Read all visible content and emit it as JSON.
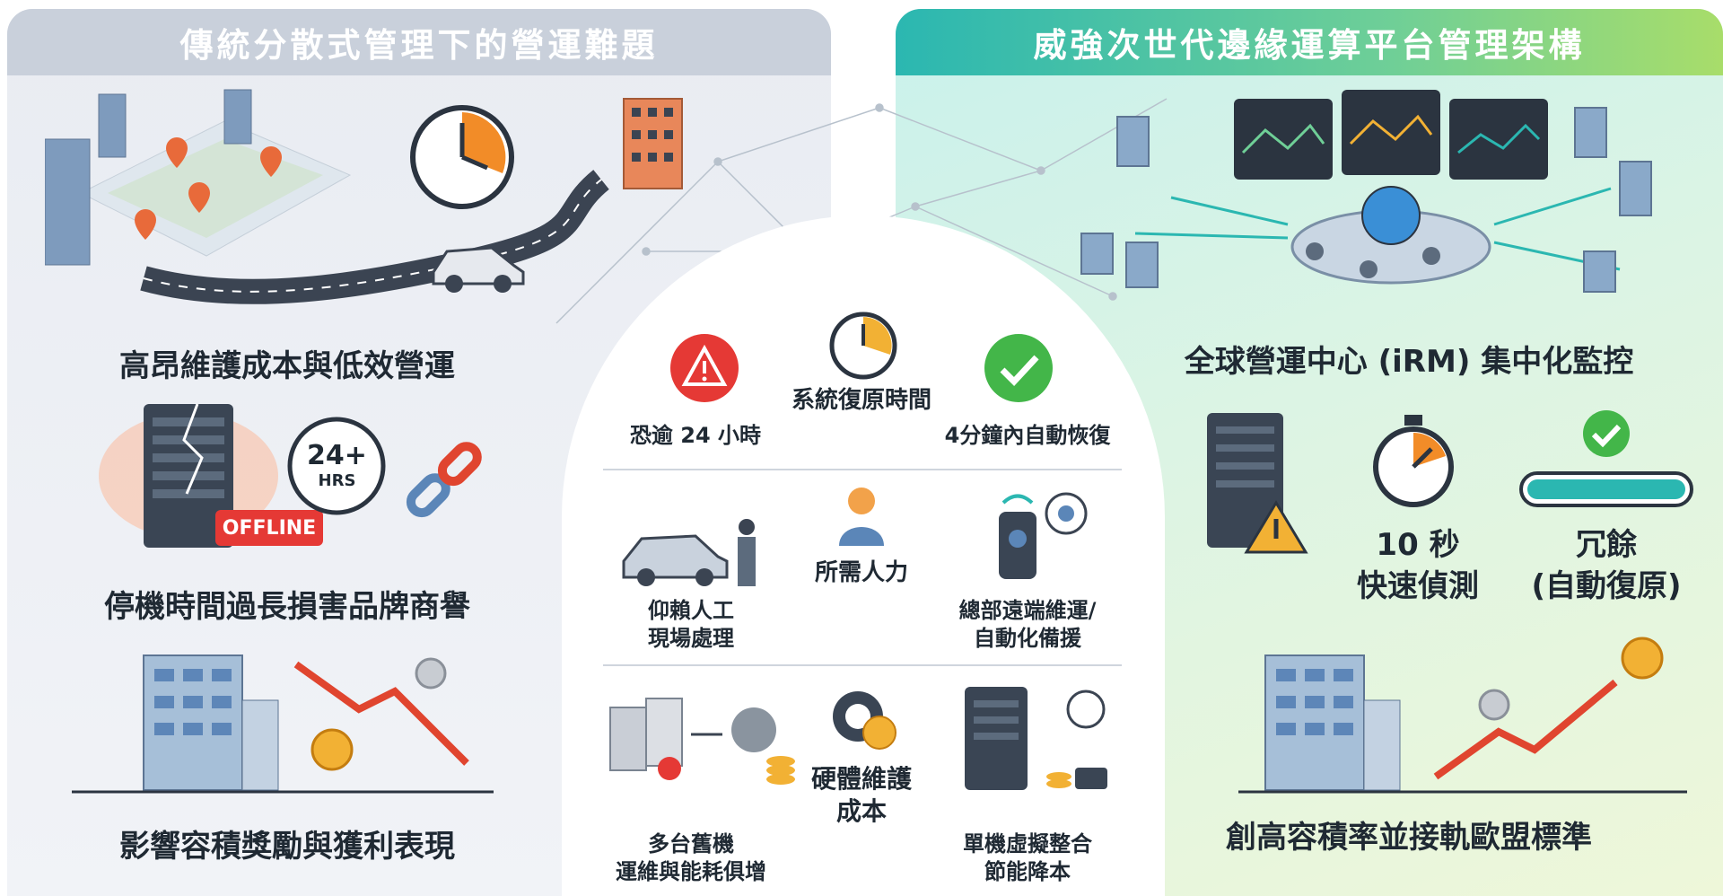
{
  "left": {
    "header": "傳統分散式管理下的營運難題",
    "caption1": "高昂維護成本與低效營運",
    "caption2": "停機時間過長損害品牌商譽",
    "caption3": "影響容積獎勵與獲利表現",
    "offline_label": "OFFLINE",
    "hrs_number": "24+",
    "hrs_unit": "HRS"
  },
  "right": {
    "header": "威強次世代邊緣運算平台管理架構",
    "caption1": "全球營運中心 (iRM) 集中化監控",
    "detect_line1": "10 秒",
    "detect_line2": "快速偵測",
    "redundancy_line1": "冗餘",
    "redundancy_line2": "(自動復原)",
    "caption3": "創高容積率並接軌歐盟標準"
  },
  "compare": {
    "row1": {
      "left": "恐逾 24 小時",
      "center": "系統復原時間",
      "right": "4分鐘內自動恢復"
    },
    "row2": {
      "left_line1": "仰賴人工",
      "left_line2": "現場處理",
      "center": "所需人力",
      "right_line1": "總部遠端維運/",
      "right_line2": "自動化備援"
    },
    "row3": {
      "left_line1": "多台舊機",
      "left_line2": "運維與能耗俱增",
      "center_line1": "硬體維護",
      "center_line2": "成本",
      "right_line1": "單機虛擬整合",
      "right_line2": "節能降本"
    }
  },
  "colors": {
    "left_header": "#c9d0db",
    "right_header_start": "#2bb7b1",
    "right_header_end": "#a8dd6a",
    "alert_red": "#e53935",
    "ok_green": "#43b649",
    "clock_orange": "#f28c28",
    "trend_red": "#e0452f"
  },
  "icons": [
    "map-icon",
    "clock-icon",
    "car-icon",
    "building-icon",
    "server-icon",
    "broken-link-icon",
    "warning-icon",
    "check-icon",
    "person-icon",
    "remote-control-icon",
    "gear-dollar-icon",
    "stopwatch-icon",
    "progress-bar-icon",
    "medal-icon",
    "trend-down-icon",
    "trend-up-icon",
    "globe-icon",
    "monitor-icon"
  ]
}
